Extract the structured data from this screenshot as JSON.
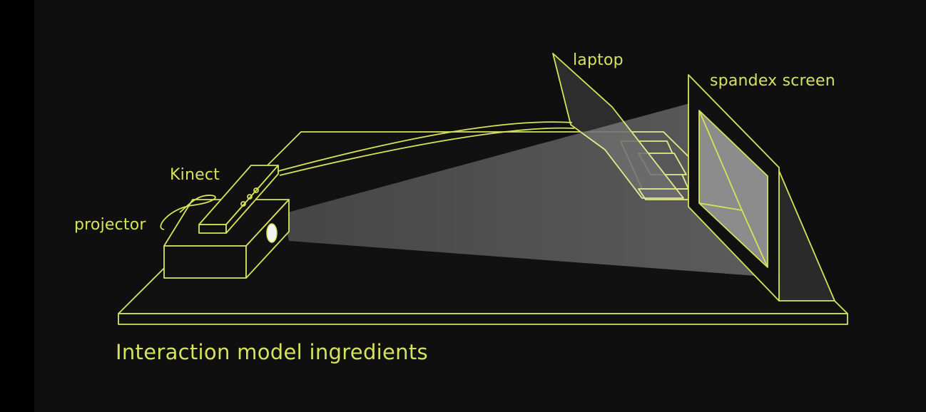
{
  "labels": {
    "laptop": "laptop",
    "spandex_screen": "spandex screen",
    "kinect": "Kinect",
    "projector": "projector"
  },
  "caption": "Interaction model ingredients",
  "colors": {
    "line": "#d6e35a",
    "background": "#0f0f0f",
    "beam": "#ffffff"
  }
}
